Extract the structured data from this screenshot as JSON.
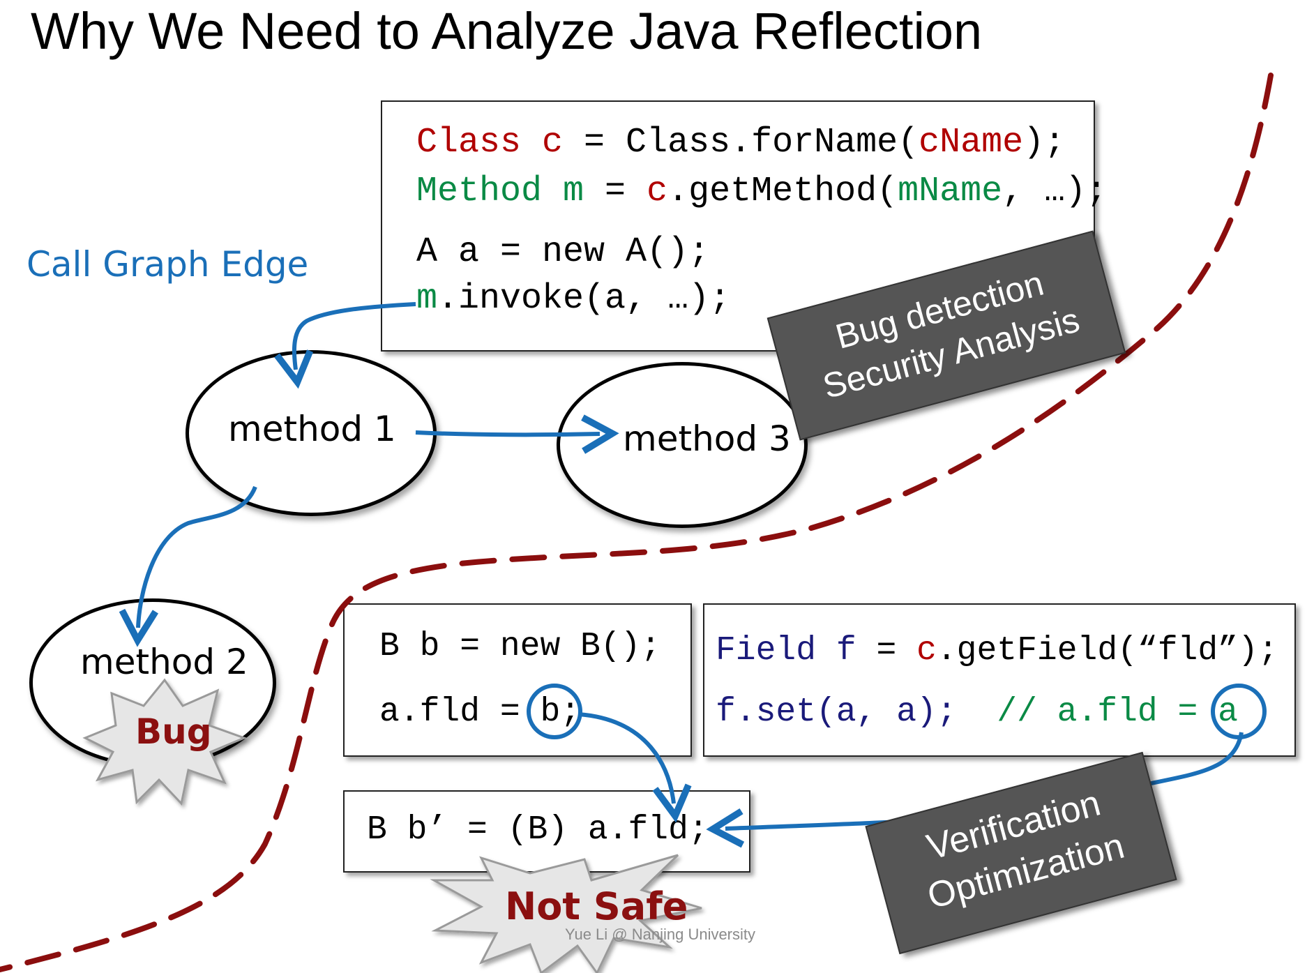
{
  "title": "Why We Need to Analyze Java Reflection",
  "call_graph_label": "Call Graph Edge",
  "code_top": {
    "line1": {
      "t1": "Class c",
      "t2": " = Class.forName(",
      "t3": "cName",
      "t4": ");"
    },
    "line2": {
      "t1": "Method m",
      "t2": " = ",
      "t3": "c",
      "t4": ".getMethod(",
      "t5": "mName",
      "t6": ", …);"
    },
    "line3": "A a = new A();",
    "line4": {
      "t1": "m",
      "t2": ".invoke(a, …);"
    }
  },
  "nodes": {
    "method1": "method 1",
    "method2": "method 2",
    "method3": "method 3"
  },
  "bug_label": "Bug",
  "not_safe_label": "Not Safe",
  "box_bug_security": {
    "line1": "Bug detection",
    "line2": "Security Analysis"
  },
  "box_verification": {
    "line1": "Verification",
    "line2": "Optimization"
  },
  "code_b": {
    "line1": "B b = new B();",
    "line2a": "a.fld = ",
    "line2b": "b",
    "line2c": ";"
  },
  "code_field": {
    "line1": {
      "t1": "Field f",
      "t2": " = ",
      "t3": "c",
      "t4": ".getField(“fld”);"
    },
    "line2": {
      "t1": "f.set(a, a);  ",
      "t2": "// a.fld = ",
      "t3": "a"
    }
  },
  "code_cast": "B b’ = (B) a.fld;",
  "footer": "Yue Li @ Nanjing University",
  "colors": {
    "arrow_blue": "#1a6fb8",
    "dash_red": "#8b0e0e",
    "code_red": "#b00000",
    "code_green": "#0a8a45",
    "grey_box": "#555555"
  }
}
